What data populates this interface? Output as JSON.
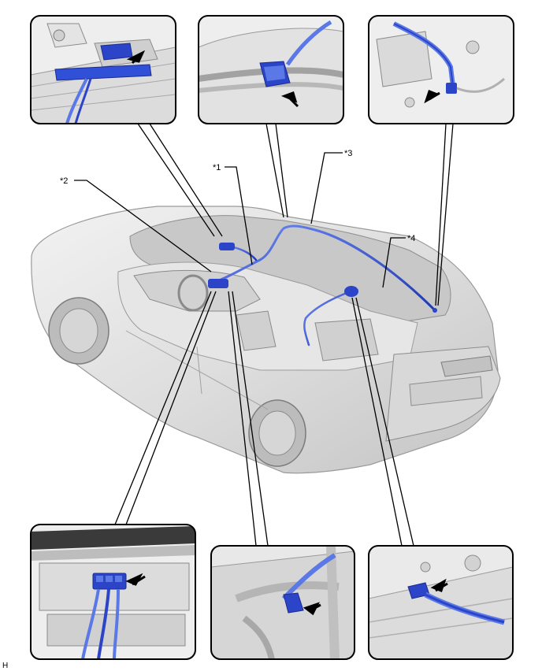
{
  "callouts": [
    {
      "id": "c1",
      "label": "*1"
    },
    {
      "id": "c2",
      "label": "*2"
    },
    {
      "id": "c3",
      "label": "*3"
    },
    {
      "id": "c4",
      "label": "*4"
    }
  ],
  "corner_code": "H",
  "colors": {
    "harness": "#2b44c8",
    "harness_light": "#5a78e6",
    "car_body": "#dcdcdc",
    "car_shadow": "#b9b9b9",
    "detail_bg": "#eeeeee",
    "frame": "#000000"
  },
  "icons": {
    "pointer": "arrow-pointer-icon"
  }
}
